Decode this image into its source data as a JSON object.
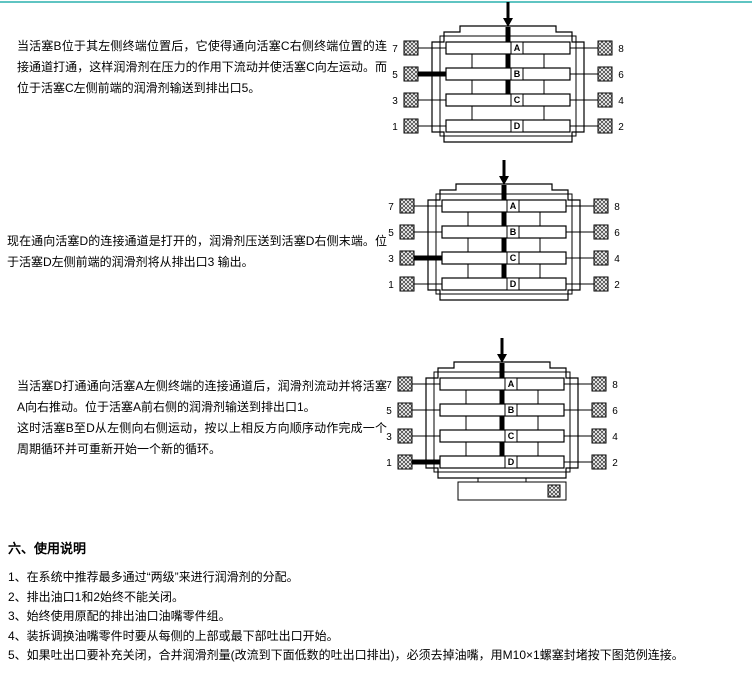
{
  "page": {
    "top_border_color": "#5fc4c2"
  },
  "paragraphs": {
    "p1": "当活塞B位于其左侧终端位置后，它使得通向活塞C右侧终端位置的连接通道打通，这样润滑剂在压力的作用下流动并使活塞C向左运动。而位于活塞C左侧前端的润滑剂输送到排出口5。",
    "p2": "现在通向活塞D的连接通道是打开的，润滑剂压送到活塞D右侧末端。位于活塞D左侧前端的润滑剂将从排出口3 输出。",
    "p3a": "当活塞D打通通向活塞A左侧终端的连接通道后，润滑剂流动并将活塞A向右推动。位于活塞A前右侧的润滑剂输送到排出口1。",
    "p3b": "这时活塞B至D从左侧向右侧运动，按以上相反方向顺序动作完成一个周期循环并可重新开始一个新的循环。"
  },
  "diagram": {
    "ports_left": [
      "7",
      "5",
      "3",
      "1"
    ],
    "ports_right": [
      "8",
      "6",
      "4",
      "2"
    ],
    "pistons": [
      "A",
      "B",
      "C",
      "D"
    ]
  },
  "instructions": {
    "heading": "六、使用说明",
    "items": [
      "1、在系统中推荐最多通过“两级”来进行润滑剂的分配。",
      "2、排出油口1和2始终不能关闭。",
      "3、始终使用原配的排出油口油嘴零件组。",
      "4、装拆调换油嘴零件时要从每侧的上部或最下部吐出口开始。",
      "5、如果吐出口要补充关闭，合并润滑剂量(改流到下面低数的吐出口排出)，必须去掉油嘴，用M10×1螺塞封堵按下图范例连接。"
    ]
  }
}
